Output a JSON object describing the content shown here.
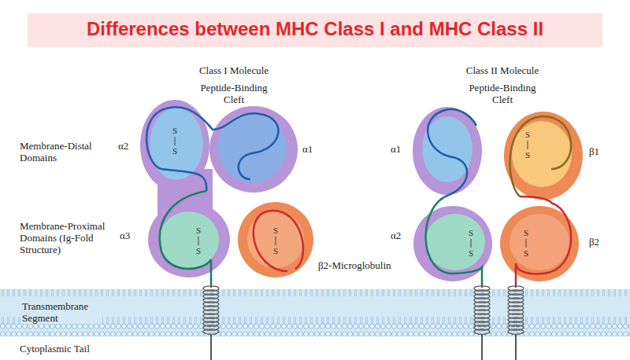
{
  "diagram": {
    "title": "Differences between MHC Class I and MHC Class II",
    "nodes": [
      {
        "text": [
          "Transmembrane Segment"
        ]
      }
    ],
    "labels": [
      "Class I Molecule",
      "Peptide-Binding Cleft",
      "Class II Molecule",
      "Peptide-Binding Cleft",
      "Membrane-Distal Domains",
      "Membrane-Proximal Domains (Ig-Fold Structure)",
      "α2",
      "α1",
      "α3",
      "β2-Microglobulin",
      "α1",
      "α2",
      "β1",
      "β2",
      "Cytoplasmic Tail",
      "S",
      "S",
      "S",
      "S",
      "S",
      "S",
      "S",
      "S",
      "S",
      "S",
      "S",
      "S"
    ]
  }
}
